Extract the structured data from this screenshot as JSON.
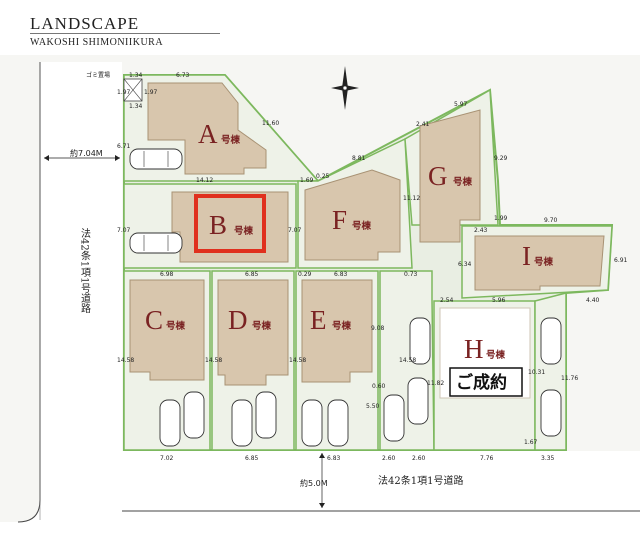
{
  "header": {
    "title": "LANDSCAPE",
    "subtitle": "WAKOSHI SHIMONIIKURA"
  },
  "colors": {
    "lot_fill": "#d8c6ad",
    "lot_outline": "#7db85e",
    "grass": "#eef2e8",
    "land": "#f4f4f1",
    "road": "#e9e9e6",
    "highlight": "#e0301e",
    "label": "#7a2222"
  },
  "compass": {
    "icon": "north-arrow-icon"
  },
  "garbage": {
    "label": "ゴミ置場",
    "dims": [
      "1.34",
      "1.97",
      "1.97",
      "1.34"
    ]
  },
  "roads": {
    "left_label": "法42条1項1号道路",
    "left_width": "約7.04M",
    "bottom_label": "法42条1項1号道路",
    "bottom_width": "約5.0M"
  },
  "lots": [
    {
      "id": "A",
      "suffix": "号棟",
      "highlighted": false,
      "sold": false
    },
    {
      "id": "B",
      "suffix": "号棟",
      "highlighted": true,
      "sold": false
    },
    {
      "id": "C",
      "suffix": "号棟",
      "highlighted": false,
      "sold": false
    },
    {
      "id": "D",
      "suffix": "号棟",
      "highlighted": false,
      "sold": false
    },
    {
      "id": "E",
      "suffix": "号棟",
      "highlighted": false,
      "sold": false
    },
    {
      "id": "F",
      "suffix": "号棟",
      "highlighted": false,
      "sold": false
    },
    {
      "id": "G",
      "suffix": "号棟",
      "highlighted": false,
      "sold": false
    },
    {
      "id": "H",
      "suffix": "号棟",
      "highlighted": false,
      "sold": true
    },
    {
      "id": "I",
      "suffix": "号棟",
      "highlighted": false,
      "sold": false
    }
  ],
  "sold_label": "ご成約",
  "dimensions": {
    "a_top": "6.73",
    "a_side": "6.71",
    "a_diag": "11.60",
    "a_bottom": "14.12",
    "a_corner": "1.69",
    "b_side": "7.07",
    "b_right": "7.07",
    "f_corner": "0.25",
    "f_diag": "8.81",
    "f_right": "11.12",
    "g_top": "2.41",
    "g_diag": "5.97",
    "g_right": "9.29",
    "g_small": "1.99",
    "i_top": "9.70",
    "i_left": "6.34",
    "i_corner": "2.43",
    "i_right": "6.91",
    "c_top": "6.98",
    "d_top": "6.85",
    "e_corner": "0.29",
    "e_top": "6.83",
    "c_side": "14.58",
    "c_right": "14.58",
    "d_right": "14.58",
    "e_right": "9.08",
    "e_low": "5.50",
    "path_a": "0.73",
    "path_b": "14.58",
    "path_c": "0.60",
    "h_top": "2.54",
    "i_bottom1": "5.96",
    "i_bottom2": "4.40",
    "h_left": "11.82",
    "h_right": "10.31",
    "right_edge": "11.76",
    "h_diag": "1.67",
    "bot_c": "7.02",
    "bot_d": "6.85",
    "bot_e": "6.83",
    "bot_p1": "2.60",
    "bot_p2": "2.60",
    "bot_h": "7.76",
    "bot_i": "3.35"
  }
}
